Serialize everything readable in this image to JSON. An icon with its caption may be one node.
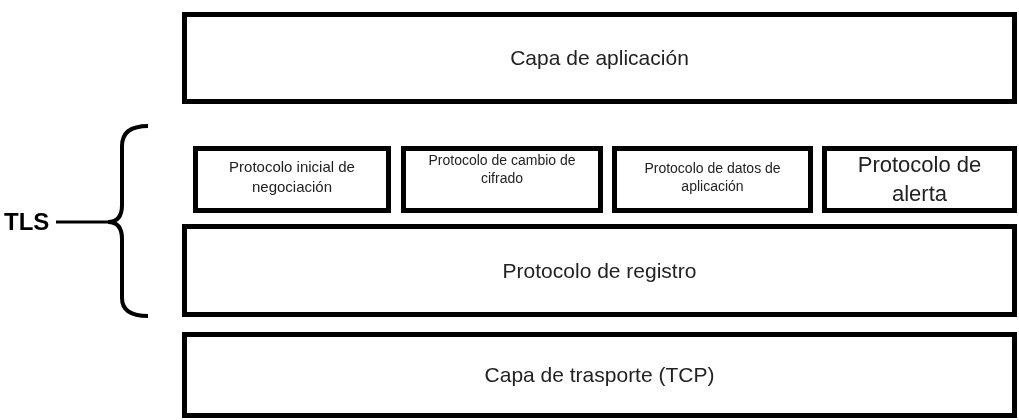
{
  "diagram": {
    "nodes": [
      {
        "text": [
          "Capa de aplicación"
        ]
      },
      {
        "text": [
          "Protocolo inicial de negociación"
        ]
      },
      {
        "text": [
          "Protocolo de cambio de cifrado"
        ]
      },
      {
        "text": [
          "Protocolo de datos de aplicación"
        ]
      },
      {
        "text": [
          "Protocolo de alerta"
        ]
      },
      {
        "text": [
          "Protocolo de registro"
        ]
      },
      {
        "text": [
          "Capa de trasporte (TCP)"
        ]
      }
    ],
    "labels": [
      "TLS"
    ]
  }
}
